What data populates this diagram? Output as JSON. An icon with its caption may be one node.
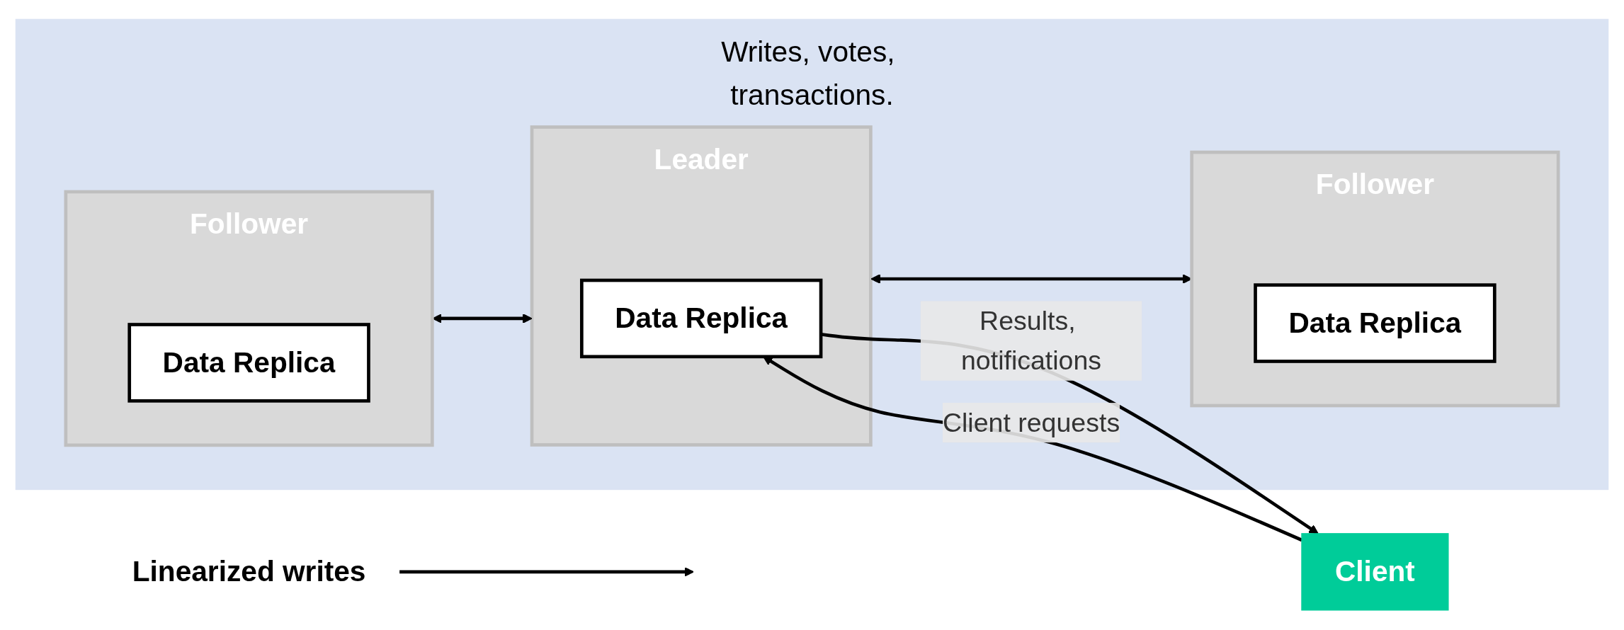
{
  "diagram": {
    "nodes": [
      {
        "text": [
          "Writes, votes, transactions."
        ]
      },
      {
        "text": [
          "Follower"
        ],
        "in": 0
      },
      {
        "text": [
          "Data Replica"
        ],
        "in": 1
      },
      {
        "text": [
          "Leader"
        ],
        "in": 0
      },
      {
        "text": [
          "Data Replica"
        ],
        "in": 3
      },
      {
        "text": [
          "Follower"
        ],
        "in": 0
      },
      {
        "text": [
          "Data Replica"
        ],
        "in": 5
      },
      {
        "text": [
          "Client"
        ]
      },
      {
        "text": [
          "Linearized writes"
        ]
      }
    ],
    "edges": [
      {
        "from": 3,
        "to": 1,
        "arrow": "both"
      },
      {
        "from": 3,
        "to": 5,
        "arrow": "both"
      },
      {
        "from": 7,
        "to": 4,
        "arrow": "to",
        "label": "Client requests"
      },
      {
        "from": 4,
        "to": 7,
        "arrow": "to",
        "label": "Results, notifications"
      },
      {
        "from": 8,
        "to": null,
        "arrow": "to"
      }
    ]
  }
}
